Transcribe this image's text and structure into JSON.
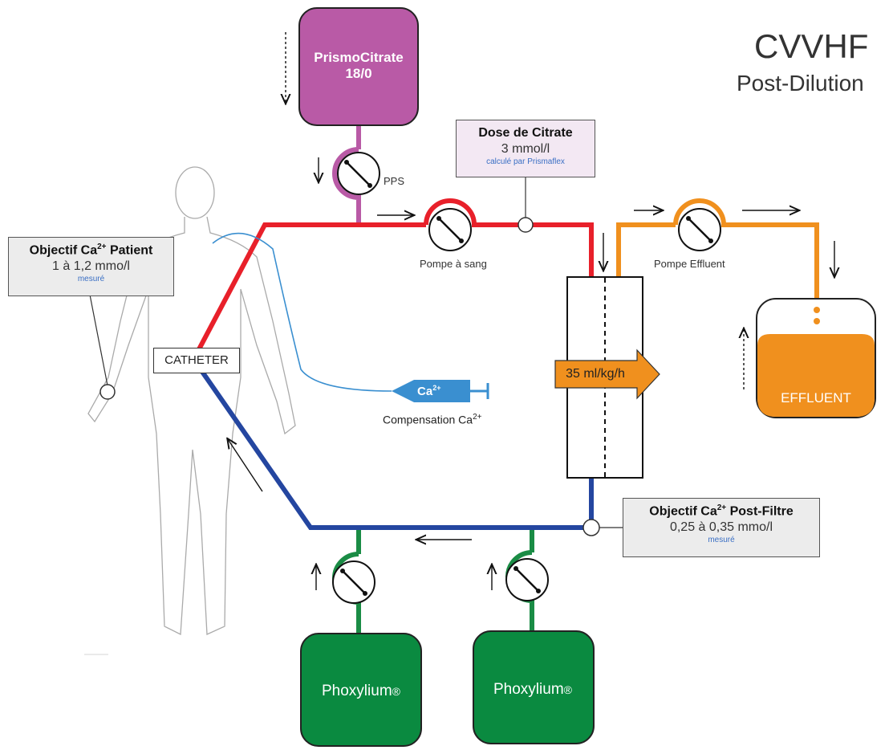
{
  "title": {
    "main": "CVVHF",
    "sub": "Post-Dilution"
  },
  "citrate_bag": {
    "name": "PrismoCitrate",
    "concentration": "18/0",
    "color": "#b95aa6"
  },
  "pps": {
    "label": "PPS"
  },
  "dose_citrate": {
    "title": "Dose de Citrate",
    "value": "3 mmol/l",
    "note": "calculé par Prismaflex"
  },
  "patient_target": {
    "title_prefix": "Objectif Ca",
    "title_sup": "2+",
    "title_suffix": " Patient",
    "value": "1 à 1,2 mmo/l",
    "note": "mesuré"
  },
  "catheter": {
    "label": "CATHETER"
  },
  "blood_pump": {
    "label": "Pompe à sang"
  },
  "effluent_pump": {
    "label": "Pompe Effluent"
  },
  "filter": {
    "rate": "35 ml/kg/h"
  },
  "effluent_bag": {
    "label": "EFFLUENT",
    "color": "#f0901e"
  },
  "calcium": {
    "syringe_label": "Ca",
    "syringe_sup": "2+",
    "compensation_label": "Compensation Ca",
    "compensation_sup": "2+",
    "color": "#3a8fd0"
  },
  "postfilter_target": {
    "title_prefix": "Objectif Ca",
    "title_sup": "2+",
    "title_suffix": " Post-Filtre",
    "value": "0,25 à 0,35 mmo/l",
    "note": "mesuré"
  },
  "replacement_bags": [
    {
      "label": "Phoxylium",
      "mark": "®"
    },
    {
      "label": "Phoxylium",
      "mark": "®"
    }
  ],
  "colors": {
    "arterial": "#e8202a",
    "venous": "#2446a0",
    "replacement": "#1a8c45",
    "effluent": "#f0901e",
    "citrate": "#b95aa6"
  }
}
